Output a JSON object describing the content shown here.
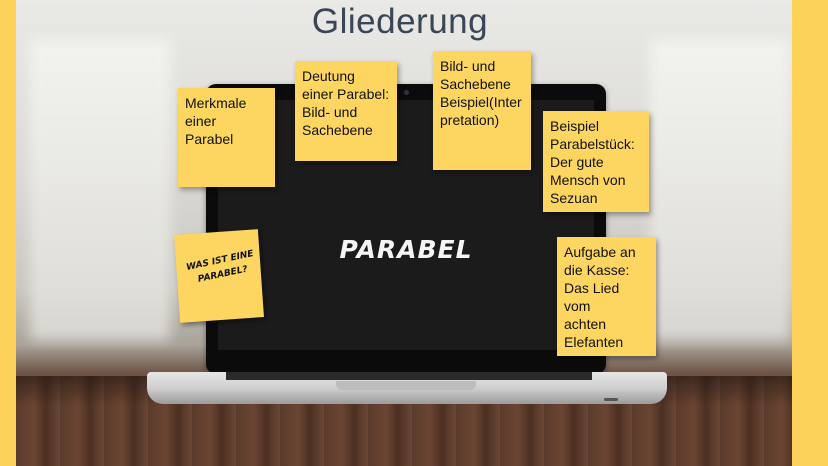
{
  "slide": {
    "title": "Gliederung",
    "screen_title": "PARABEL",
    "tilted_note": "WAS IST EINE\nPARABEL?",
    "notes": [
      {
        "id": "merkmale",
        "text": "Merkmale\neiner Parabel"
      },
      {
        "id": "deutung",
        "text": "Deutung\neiner Parabel:\nBild- und\nSachebene"
      },
      {
        "id": "beispiel-interpretation",
        "text": "Bild- und\nSachebene\nBeispiel(Inter\npretation)"
      },
      {
        "id": "parabelstueck",
        "text": "Beispiel\nParabelstück:\nDer gute\nMensch von\nSezuan"
      },
      {
        "id": "aufgabe",
        "text": "Aufgabe an\ndie Kasse:\nDas Lied vom\nachten\nElefanten"
      }
    ]
  },
  "colors": {
    "frame": "#fcd25a",
    "note": "#fcd660",
    "title": "#3a4656",
    "screen": "#1b1b1b"
  }
}
